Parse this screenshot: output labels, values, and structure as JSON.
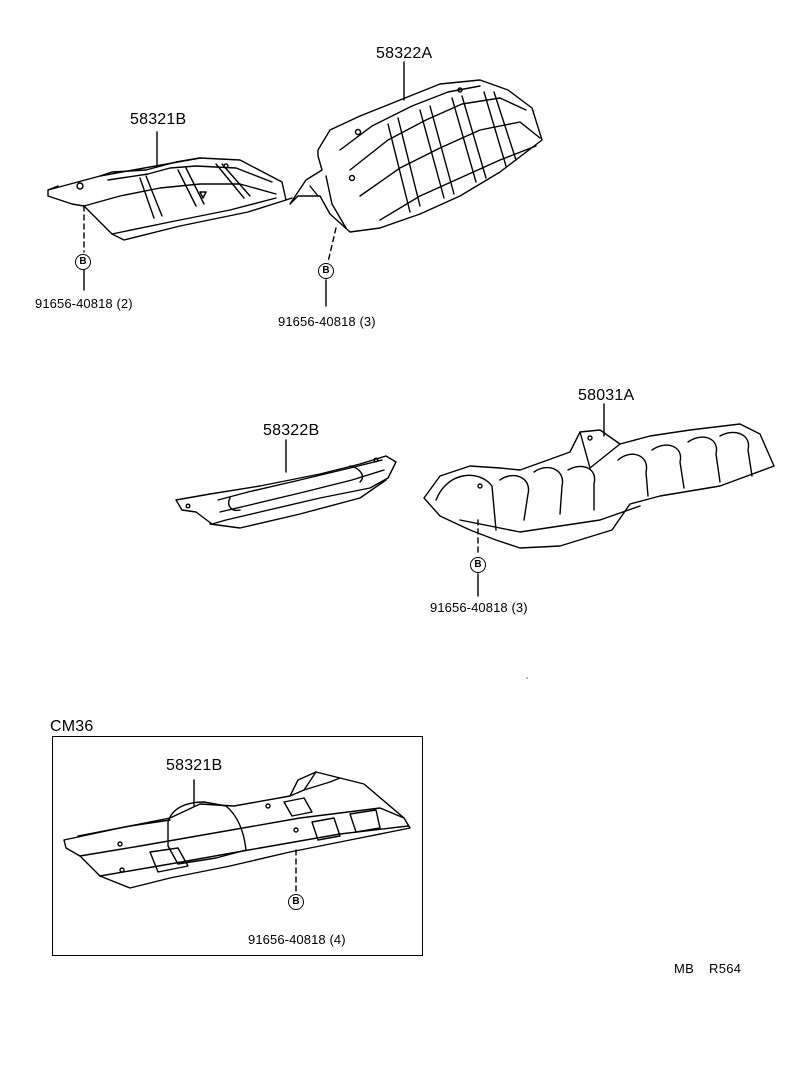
{
  "parts": {
    "p58321B_top": "58321B",
    "p58322A": "58322A",
    "p58322B": "58322B",
    "p58031A": "58031A",
    "p58321B_inset": "58321B"
  },
  "bolts": {
    "b1": "91656-40818 (2)",
    "b2": "91656-40818 (3)",
    "b3": "91656-40818 (3)",
    "b4": "91656-40818 (4)"
  },
  "bolt_marker": "B",
  "inset": {
    "title": "CM36"
  },
  "footer": {
    "ref1": "MB",
    "ref2": "R564"
  }
}
